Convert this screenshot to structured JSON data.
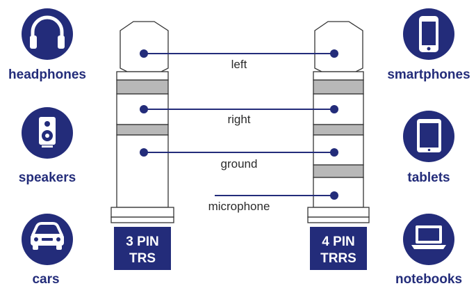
{
  "colors": {
    "navy": "#232c7a",
    "gray": "#b8b8b8",
    "outline": "#333333",
    "white": "#ffffff"
  },
  "left_devices": [
    {
      "icon": "headphones-icon",
      "label": "headphones"
    },
    {
      "icon": "speaker-icon",
      "label": "speakers"
    },
    {
      "icon": "car-icon",
      "label": "cars"
    }
  ],
  "right_devices": [
    {
      "icon": "smartphone-icon",
      "label": "smartphones"
    },
    {
      "icon": "tablet-icon",
      "label": "tablets"
    },
    {
      "icon": "laptop-icon",
      "label": "notebooks"
    }
  ],
  "plugs": {
    "left": {
      "line1": "3 PIN",
      "line2": "TRS"
    },
    "right": {
      "line1": "4 PIN",
      "line2": "TRRS"
    }
  },
  "connections": [
    {
      "label": "left"
    },
    {
      "label": "right"
    },
    {
      "label": "ground"
    },
    {
      "label": "microphone"
    }
  ]
}
